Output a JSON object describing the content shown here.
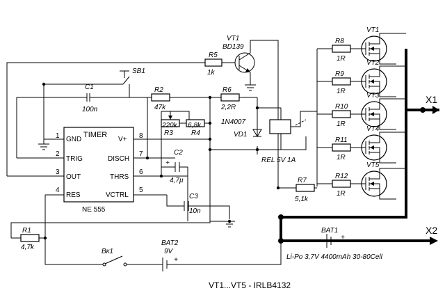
{
  "ic": {
    "title": "TIMER",
    "part": "NE 555",
    "pins_left": [
      {
        "num": "1",
        "name": "GND"
      },
      {
        "num": "2",
        "name": "TRIG"
      },
      {
        "num": "3",
        "name": "OUT"
      },
      {
        "num": "4",
        "name": "RES"
      }
    ],
    "pins_right": [
      {
        "num": "8",
        "name": "V+"
      },
      {
        "num": "7",
        "name": "DISCH"
      },
      {
        "num": "6",
        "name": "THRS"
      },
      {
        "num": "5",
        "name": "VCTRL"
      }
    ]
  },
  "components": {
    "vt1_name": "VT1",
    "vt1_part": "BD139",
    "r5_name": "R5",
    "r5_value": "1k",
    "sb1": "SB1",
    "c1_name": "C1",
    "c1_value": "100n",
    "r2_name": "R2",
    "r2_value": "47k",
    "r6_name": "R6",
    "r6_value": "2,2R",
    "r3_value": "220k",
    "r3_name": "R3",
    "r4_value": "6,8k",
    "r4_name": "R4",
    "diode_part": "1N4007",
    "diode_name": "VD1",
    "c2_name": "C2",
    "c2_value": "4,7µ",
    "c3_name": "C3",
    "c3_value": "10n",
    "relay": "REL 5V 1A",
    "r7_name": "R7",
    "r7_value": "5,1k",
    "r1_name": "R1",
    "r1_value": "4,7k",
    "switch_name": "Вк1",
    "bat2_name": "BAT2",
    "bat2_value": "9V",
    "bat1_name": "BAT1",
    "bat1_desc": "Li-Po 3,7V 4400mAh 30-80Cell",
    "plus": "+",
    "out_x1": "X1",
    "out_x2": "X2"
  },
  "mosfet_bank": [
    {
      "r": "R8",
      "rv": "1R",
      "vt": "VT1"
    },
    {
      "r": "R9",
      "rv": "1R",
      "vt": "VT2"
    },
    {
      "r": "R10",
      "rv": "1R",
      "vt": "VT3"
    },
    {
      "r": "R11",
      "rv": "1R",
      "vt": "VT4"
    },
    {
      "r": "R12",
      "rv": "1R",
      "vt": "VT5"
    }
  ],
  "footer": "VT1...VT5 - IRLB4132"
}
